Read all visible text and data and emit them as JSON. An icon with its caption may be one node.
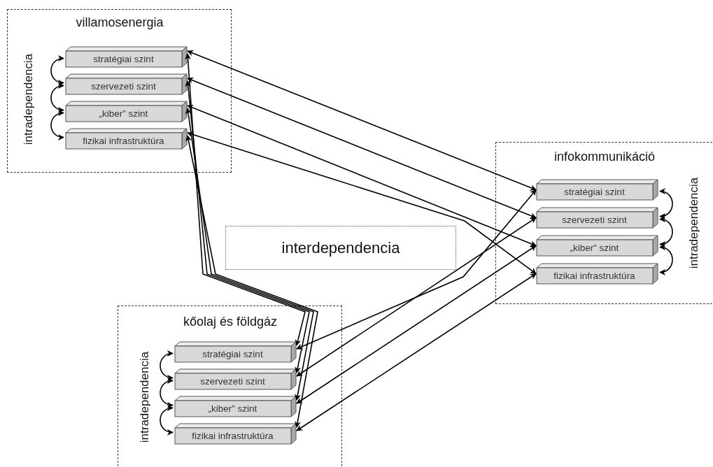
{
  "diagram": {
    "nodes": [
      {
        "text": [
          "villamosenergia",
          "intradependencia"
        ]
      },
      {
        "text": [
          "stratégiai szint"
        ],
        "in": 0
      },
      {
        "text": [
          "szervezeti szint"
        ],
        "in": 0
      },
      {
        "text": [
          "„kiber” szint"
        ],
        "in": 0
      },
      {
        "text": [
          "fizikai infrastruktúra"
        ],
        "in": 0
      },
      {
        "text": [
          "infokommunikáció",
          "intradependencia"
        ]
      },
      {
        "text": [
          "stratégiai szint"
        ],
        "in": 5
      },
      {
        "text": [
          "szervezeti szint"
        ],
        "in": 5
      },
      {
        "text": [
          "„kiber” szint"
        ],
        "in": 5
      },
      {
        "text": [
          "fizikai infrastruktúra"
        ],
        "in": 5
      },
      {
        "text": [
          "kőolaj és földgáz",
          "intradependencia"
        ]
      },
      {
        "text": [
          "stratégiai szint"
        ],
        "in": 10
      },
      {
        "text": [
          "szervezeti szint"
        ],
        "in": 10
      },
      {
        "text": [
          "„kiber” szint"
        ],
        "in": 10
      },
      {
        "text": [
          "fizikai infrastruktúra"
        ],
        "in": 10
      },
      {
        "text": [
          "interdependencia"
        ]
      }
    ],
    "edges": [
      {
        "from": 1,
        "to": 2,
        "arrow": "both"
      },
      {
        "from": 2,
        "to": 3,
        "arrow": "both"
      },
      {
        "from": 3,
        "to": 4,
        "arrow": "both"
      },
      {
        "from": 6,
        "to": 7,
        "arrow": "both"
      },
      {
        "from": 7,
        "to": 8,
        "arrow": "both"
      },
      {
        "from": 8,
        "to": 9,
        "arrow": "both"
      },
      {
        "from": 11,
        "to": 12,
        "arrow": "both"
      },
      {
        "from": 12,
        "to": 13,
        "arrow": "both"
      },
      {
        "from": 13,
        "to": 14,
        "arrow": "both"
      },
      {
        "from": 1,
        "to": 6,
        "arrow": "both"
      },
      {
        "from": 2,
        "to": 7,
        "arrow": "both"
      },
      {
        "from": 3,
        "to": 8,
        "arrow": "both"
      },
      {
        "from": 4,
        "to": 9,
        "arrow": "both"
      },
      {
        "from": 1,
        "to": 11,
        "arrow": "both"
      },
      {
        "from": 2,
        "to": 12,
        "arrow": "both"
      },
      {
        "from": 3,
        "to": 13,
        "arrow": "both"
      },
      {
        "from": 4,
        "to": 14,
        "arrow": "both"
      },
      {
        "from": 11,
        "to": 6,
        "arrow": "both"
      },
      {
        "from": 12,
        "to": 7,
        "arrow": "both"
      },
      {
        "from": 13,
        "to": 8,
        "arrow": "both"
      },
      {
        "from": 14,
        "to": 9,
        "arrow": "both"
      }
    ]
  }
}
